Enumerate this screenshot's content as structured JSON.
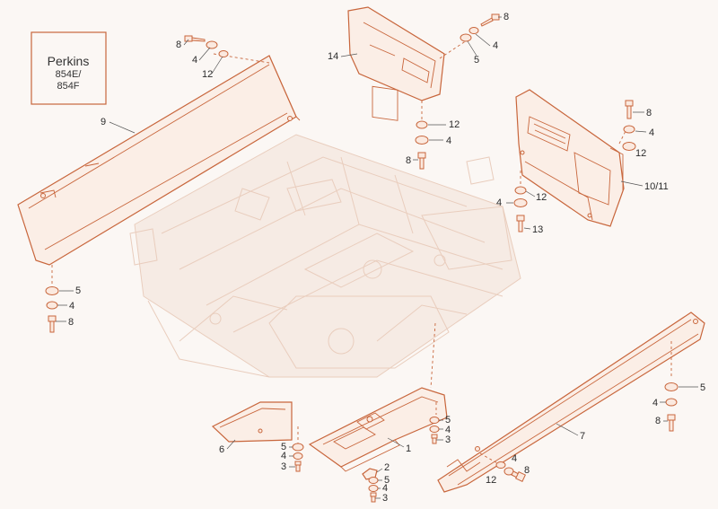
{
  "engine_box": {
    "brand": "Perkins",
    "model_line1": "854E/",
    "model_line2": "854F"
  },
  "callouts": {
    "c_8_a": "8",
    "c_4_a": "4",
    "c_12_a": "12",
    "c_9": "9",
    "c_5_b": "5",
    "c_4_b": "4",
    "c_8_b": "8",
    "c_14": "14",
    "c_8_c": "8",
    "c_4_c": "4",
    "c_5_c": "5",
    "c_12_d": "12",
    "c_4_d": "4",
    "c_8_d": "8",
    "c_8_e": "8",
    "c_4_e": "4",
    "c_12_e": "12",
    "c_10_11": "10/11",
    "c_12_f": "12",
    "c_4_f": "4",
    "c_13": "13",
    "c_5_g": "5",
    "c_4_g": "4",
    "c_8_g": "8",
    "c_7": "7",
    "c_12_h": "12",
    "c_4_h": "4",
    "c_8_h": "8",
    "c_6": "6",
    "c_5_i": "5",
    "c_4_i": "4",
    "c_3_i": "3",
    "c_1": "1",
    "c_5_j": "5",
    "c_4_j": "4",
    "c_3_j": "3",
    "c_2": "2",
    "c_5_k": "5",
    "c_4_k": "4",
    "c_3_k": "3"
  }
}
